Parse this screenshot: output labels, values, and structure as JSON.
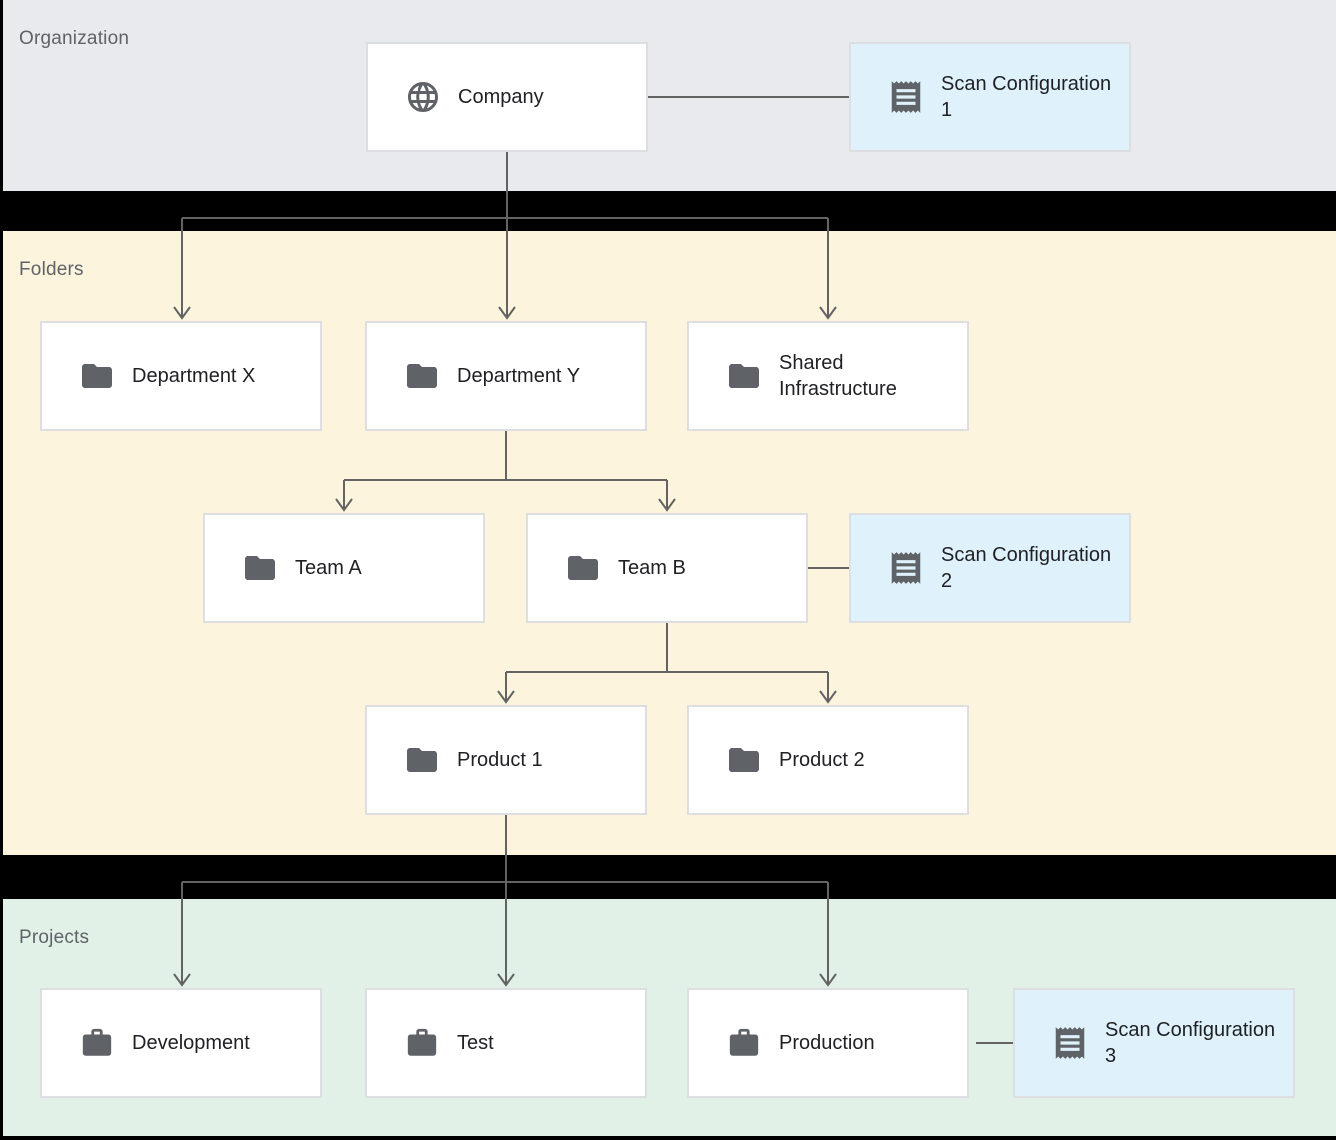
{
  "bands": {
    "organization": {
      "label": "Organization"
    },
    "folders": {
      "label": "Folders"
    },
    "projects": {
      "label": "Projects"
    }
  },
  "nodes": {
    "company": {
      "label": "Company",
      "icon": "globe-icon"
    },
    "scan_config_1": {
      "label": "Scan Configuration 1",
      "icon": "receipt-icon"
    },
    "department_x": {
      "label": "Department X",
      "icon": "folder-icon"
    },
    "department_y": {
      "label": "Department Y",
      "icon": "folder-icon"
    },
    "shared_infrastructure": {
      "label": "Shared Infrastructure",
      "icon": "folder-icon"
    },
    "team_a": {
      "label": "Team A",
      "icon": "folder-icon"
    },
    "team_b": {
      "label": "Team B",
      "icon": "folder-icon"
    },
    "scan_config_2": {
      "label": "Scan Configuration 2",
      "icon": "receipt-icon"
    },
    "product_1": {
      "label": "Product 1",
      "icon": "folder-icon"
    },
    "product_2": {
      "label": "Product 2",
      "icon": "folder-icon"
    },
    "development": {
      "label": "Development",
      "icon": "briefcase-icon"
    },
    "test": {
      "label": "Test",
      "icon": "briefcase-icon"
    },
    "production": {
      "label": "Production",
      "icon": "briefcase-icon"
    },
    "scan_config_3": {
      "label": "Scan Configuration 3",
      "icon": "receipt-icon"
    }
  },
  "edges": [
    "company -> scan_config_1",
    "company -> department_x",
    "company -> department_y",
    "company -> shared_infrastructure",
    "department_y -> team_a",
    "department_y -> team_b",
    "team_b -> scan_config_2",
    "team_b -> product_1",
    "team_b -> product_2",
    "product_1 -> development",
    "product_1 -> test",
    "product_1 -> production",
    "production -> scan_config_3"
  ],
  "colors": {
    "organization_band": "#E8EAED",
    "folders_band": "#FCF4DD",
    "projects_band": "#E2F1E8",
    "scan_box_background": "#DFF2FC",
    "node_box_background": "#FFFFFF",
    "box_border": "#DCDEE1",
    "connector": "#636363",
    "icon": "#5F6368",
    "band_label_text": "#5F6368",
    "node_label_text": "#202124",
    "page_background": "#000000"
  }
}
